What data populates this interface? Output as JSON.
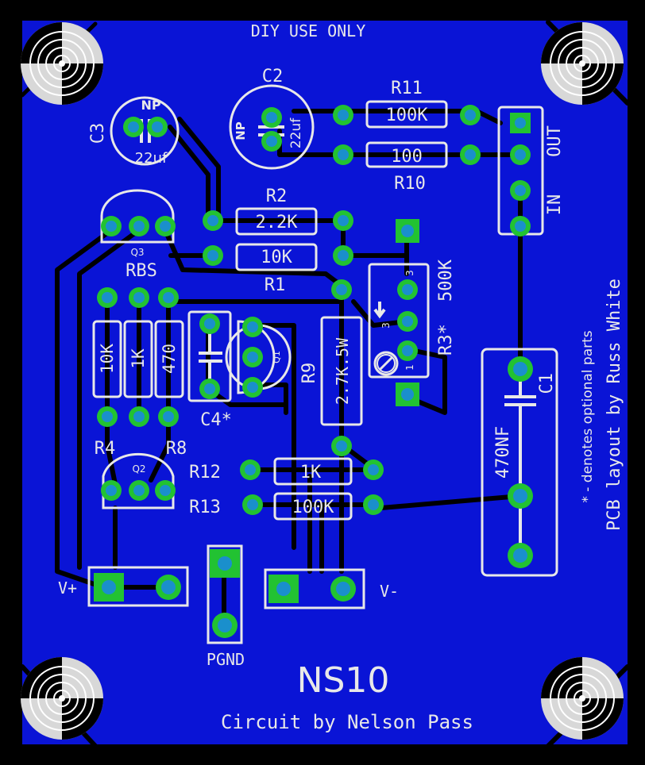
{
  "board": {
    "header": "DIY USE ONLY",
    "title": "NS10",
    "circuit_credit": "Circuit by Nelson Pass",
    "layout_credit": "PCB layout by Russ White",
    "optional_note": "* - denotes optional parts",
    "colors": {
      "copper": "#0a14d6",
      "silkscreen": "#e8e8e8",
      "pad": "#22c232",
      "drill": "#1a8fcc",
      "background": "#000000"
    }
  },
  "components": {
    "C3": {
      "ref": "C3",
      "value": "22uf",
      "type": "NP"
    },
    "C2": {
      "ref": "C2",
      "value": "22uf",
      "type": "NP"
    },
    "R11": {
      "ref": "R11",
      "value": "100K"
    },
    "R10": {
      "ref": "R10",
      "value": "100"
    },
    "R2": {
      "ref": "R2",
      "value": "2.2K"
    },
    "R1": {
      "ref": "R1",
      "value": "10K"
    },
    "Q3": {
      "ref": "Q3",
      "label": "RBS"
    },
    "R4": {
      "ref": "R4",
      "value": "10K"
    },
    "R5": {
      "value": "1K"
    },
    "R8": {
      "ref": "R8",
      "value": "470"
    },
    "C4": {
      "ref": "C4*"
    },
    "Q1": {
      "ref": "Q1"
    },
    "Q2": {
      "ref": "Q2"
    },
    "R9": {
      "ref": "R9",
      "value": "2.7K.5W"
    },
    "R3": {
      "ref": "R3*",
      "value": "500K",
      "pin_top": "3",
      "pin_mid": "3",
      "pin_bottom": "1"
    },
    "C1": {
      "ref": "C1",
      "value": "470NF"
    },
    "R12": {
      "ref": "R12",
      "value": "1K"
    },
    "R13": {
      "ref": "R13",
      "value": "100K"
    }
  },
  "connectors": {
    "out": "OUT",
    "in": "IN",
    "vplus": "V+",
    "vminus": "V-",
    "pgnd": "PGND"
  },
  "mounting_holes": 4
}
